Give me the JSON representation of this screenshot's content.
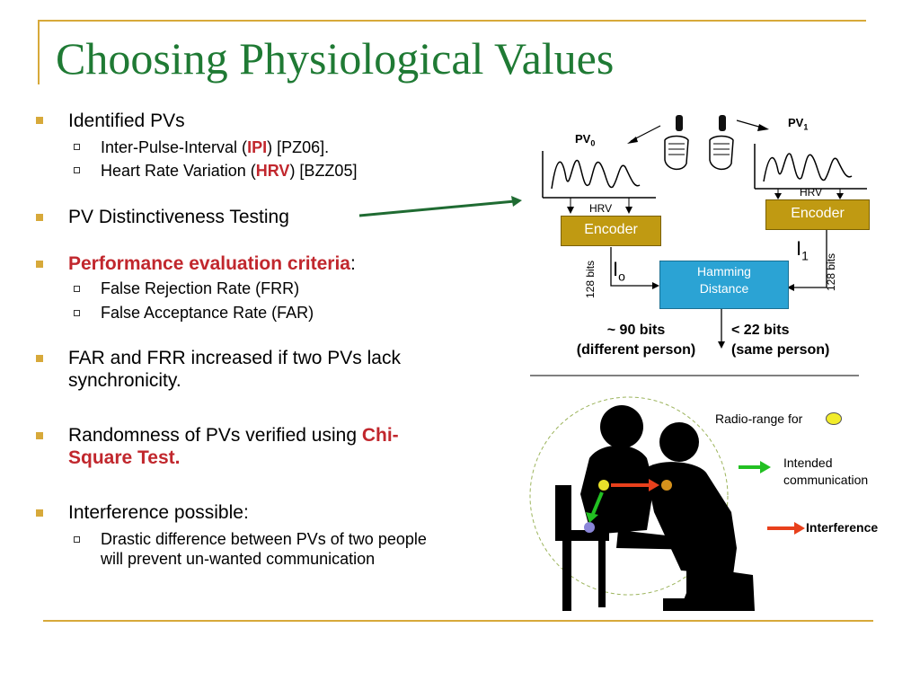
{
  "title": "Choosing Physiological Values",
  "bullets": {
    "b1": "Identified PVs",
    "b1_s1_pre": "Inter-Pulse-Interval (",
    "b1_s1_hl": "IPI",
    "b1_s1_post": ") [PZ06].",
    "b1_s2_pre": "Heart Rate Variation (",
    "b1_s2_hl": "HRV",
    "b1_s2_post": ") [BZZ05]",
    "b2": "PV Distinctiveness Testing",
    "b3_hl": "Performance evaluation criteria",
    "b3_post": ":",
    "b3_s1": "False Rejection Rate (FRR)",
    "b3_s2": "False Acceptance Rate (FAR)",
    "b4_line1": "FAR and FRR increased if two PVs lack",
    "b4_line2": "synchronicity.",
    "b5_pre": "Randomness of PVs verified using ",
    "b5_hl1": "Chi-",
    "b5_hl2": "Square Test.",
    "b6": "Interference possible:",
    "b6_s1_line1": "Drastic difference between PVs of two people",
    "b6_s1_line2": "will prevent un-wanted communication"
  },
  "diagram": {
    "pv0": "PV",
    "pv0_sub": "0",
    "pv1": "PV",
    "pv1_sub": "1",
    "hrv_left": "HRV",
    "hrv_right": "HRV",
    "encoder_left": "Encoder",
    "encoder_right": "Encoder",
    "bits_left": "128 bits",
    "bits_right": "128 bits",
    "io": "I",
    "io_sub": "o",
    "i1": "I",
    "i1_sub": "1",
    "hamming_line1": "Hamming",
    "hamming_line2": "Distance",
    "diff_line1": "~ 90 bits",
    "diff_line2": "(different person)",
    "same_line1": "< 22 bits",
    "same_line2": "(same person)"
  },
  "scene": {
    "radio_range": "Radio-range for",
    "intended_line1": "Intended",
    "intended_line2": "communication",
    "interference": "Interference"
  },
  "colors": {
    "title": "#1f7a34",
    "accent_gold": "#d7a93a",
    "highlight_red": "#c1272d",
    "encoder": "#c09a12",
    "hamming": "#2ba3d4",
    "intended_arrow": "#22c022",
    "interference_arrow": "#e8401c",
    "pointer_arrow": "#1f6b32"
  }
}
